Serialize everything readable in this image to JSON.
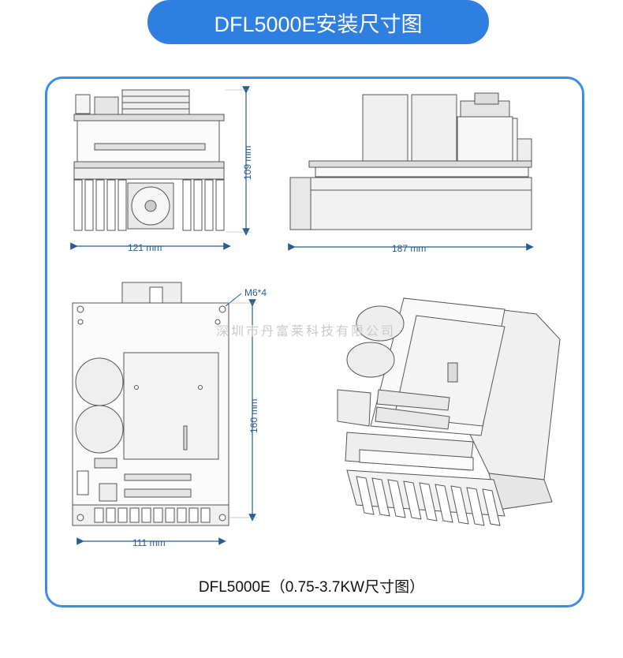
{
  "title": "DFL5000E安装尺寸图",
  "dimensions": {
    "front_height": "109 mm",
    "front_width": "121 mm",
    "side_length": "187 mm",
    "back_height": "160 mm",
    "back_width": "111 mm",
    "mount_screw": "M6*4"
  },
  "watermark": "深圳市丹富莱科技有限公司",
  "caption": "DFL5000E（0.75-3.7KW尺寸图）",
  "colors": {
    "accent": "#2f7fe0",
    "frame": "#3b8de8",
    "dimension": "#2a5d8f"
  }
}
